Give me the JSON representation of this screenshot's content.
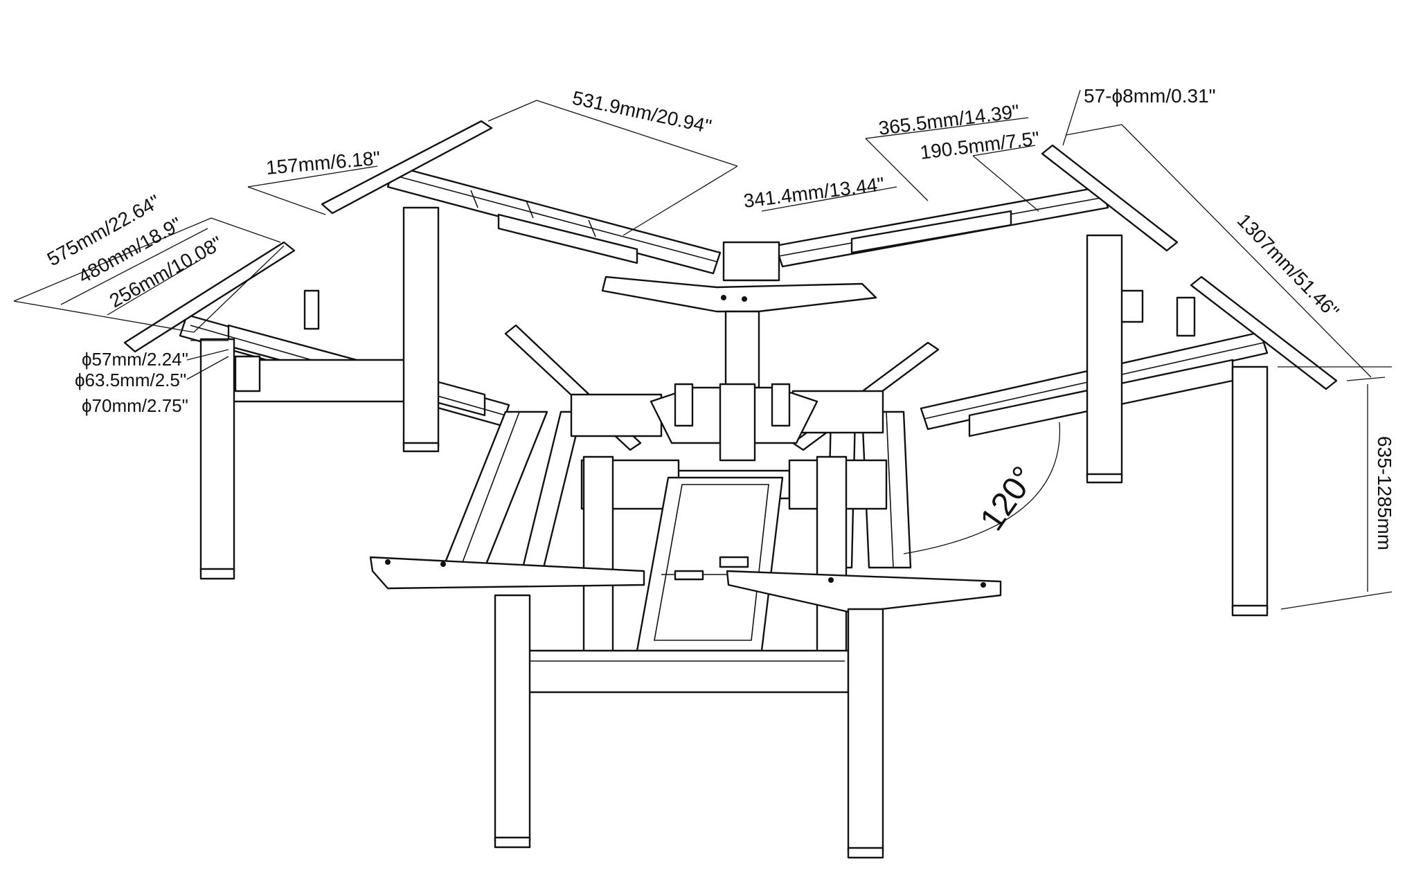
{
  "drawing": {
    "subject": "three-way 120° electric height-adjustable desk frame",
    "line_color": "#111111",
    "background": "#ffffff"
  },
  "dimensions": {
    "depth_575": "575mm/22.64\"",
    "depth_480": "480mm/18.9\"",
    "depth_256": "256mm/10.08\"",
    "offset_157": "157mm/6.18\"",
    "length_531": "531.9mm/20.94\"",
    "length_365": "365.5mm/14.39\"",
    "length_190": "190.5mm/7.5\"",
    "length_341": "341.4mm/13.44\"",
    "holes": "57-ϕ8mm/0.31\"",
    "overall_1307": "1307mm/51.46\"",
    "height_range": "635-1285mm",
    "angle": "120°",
    "leg_d57": "ϕ57mm/2.24\"",
    "leg_d63": "ϕ63.5mm/2.5\"",
    "leg_d70": "ϕ70mm/2.75\""
  }
}
